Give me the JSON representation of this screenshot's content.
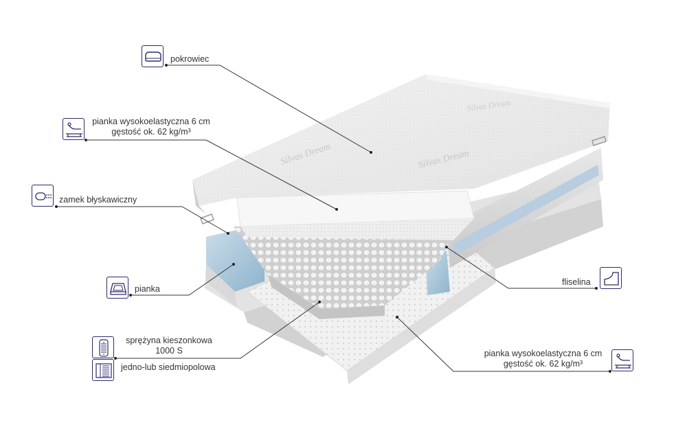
{
  "labels": {
    "cover": "pokrowiec",
    "foam_top_line1": "pianka wysokoelastyczna 6 cm",
    "foam_top_line2": "gęstość ok. 62 kg/m³",
    "zipper": "zamek błyskawiczny",
    "foam_side": "pianka",
    "spring_line1": "sprężyna kieszonkowa",
    "spring_line2": "1000 S",
    "spring_line3": "jedno-lub siedmiopolowa",
    "fleece": "fliselina",
    "foam_bottom_line1": "pianka wysokoelastyczna 6 cm",
    "foam_bottom_line2": "gęstość ok. 62 kg/m³"
  },
  "icons": {
    "cover": "mattress-cover-icon",
    "foam_top": "elastic-foam-icon",
    "zipper": "zipper-icon",
    "foam_side": "foam-frame-icon",
    "spring": "pocket-spring-icon",
    "zones": "zones-icon",
    "fleece": "fleece-icon",
    "foam_bottom": "elastic-foam-icon"
  },
  "colors": {
    "icon_stroke": "#2d2b6b",
    "leader_line": "#333333",
    "foam_side_blue": "#a9c7dc"
  }
}
